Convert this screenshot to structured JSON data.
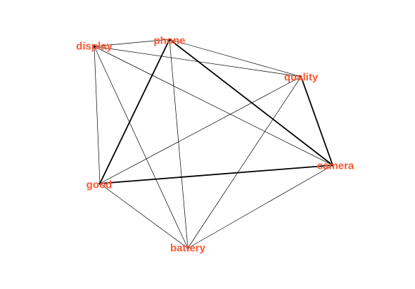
{
  "graph": {
    "label_color": "#ff5733",
    "edge_color": "#000000",
    "nodes": [
      {
        "id": "display",
        "label": "display"
      },
      {
        "id": "phone",
        "label": "phone"
      },
      {
        "id": "quality",
        "label": "quality"
      },
      {
        "id": "camera",
        "label": "camera"
      },
      {
        "id": "good",
        "label": "good"
      },
      {
        "id": "battery",
        "label": "battery"
      }
    ],
    "edges": [
      {
        "source": "display",
        "target": "phone",
        "weight": 1
      },
      {
        "source": "display",
        "target": "quality",
        "weight": 1
      },
      {
        "source": "display",
        "target": "camera",
        "weight": 1
      },
      {
        "source": "display",
        "target": "good",
        "weight": 1
      },
      {
        "source": "display",
        "target": "battery",
        "weight": 1
      },
      {
        "source": "phone",
        "target": "quality",
        "weight": 1
      },
      {
        "source": "phone",
        "target": "camera",
        "weight": 2
      },
      {
        "source": "phone",
        "target": "good",
        "weight": 2
      },
      {
        "source": "phone",
        "target": "battery",
        "weight": 1
      },
      {
        "source": "quality",
        "target": "camera",
        "weight": 2
      },
      {
        "source": "quality",
        "target": "good",
        "weight": 1
      },
      {
        "source": "quality",
        "target": "battery",
        "weight": 1
      },
      {
        "source": "camera",
        "target": "good",
        "weight": 2
      },
      {
        "source": "camera",
        "target": "battery",
        "weight": 1
      },
      {
        "source": "good",
        "target": "battery",
        "weight": 1
      }
    ]
  }
}
